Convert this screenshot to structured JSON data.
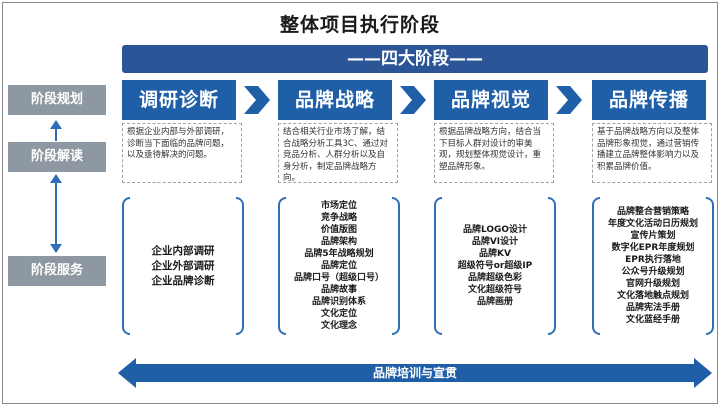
{
  "title": "整体项目执行阶段",
  "banner": "——四大阶段——",
  "side_labels": {
    "planning": "阶段规划",
    "interpretation": "阶段解读",
    "services": "阶段服务"
  },
  "stages": [
    {
      "name": "调研诊断",
      "description": "根据企业内部与外部调研，诊断当下面临的品牌问题，以及亟待解决的问题。",
      "services": [
        "企业内部调研",
        "企业外部调研",
        "企业品牌诊断"
      ]
    },
    {
      "name": "品牌战略",
      "description": "结合相关行业市场了解，结合战略分析工具3C、通过对竞品分析、人群分析以及自身分析，制定品牌战略方向。",
      "services": [
        "市场定位",
        "竞争战略",
        "价值版图",
        "品牌架构",
        "品牌5年战略规划",
        "品牌定位",
        "品牌口号（超级口号）",
        "品牌故事",
        "品牌识别体系",
        "文化定位",
        "文化理念"
      ]
    },
    {
      "name": "品牌视觉",
      "description": "根据品牌战略方向，结合当下目标人群对设计的审美观，规划整体视觉设计，重塑品牌形象。",
      "services": [
        "品牌LOGO设计",
        "品牌VI设计",
        "品牌KV",
        "超级符号or超级IP",
        "品牌超级色彩",
        "文化超级符号",
        "品牌画册"
      ]
    },
    {
      "name": "品牌传播",
      "description": "基于品牌战略方向以及整体品牌形象视觉，通过营销传播建立品牌整体影响力以及积累品牌价值。",
      "services": [
        "品牌整合营销策略",
        "年度文化活动日历规划",
        "宣传片策划",
        "数字化EPR年度规划",
        "EPR执行落地",
        "公众号升级规划",
        "官网升级规划",
        "文化落地触点规划",
        "品牌宪法手册",
        "文化蓝经手册"
      ]
    }
  ],
  "bottom_bar": "品牌培训与宣贯",
  "colors": {
    "stage_blue": "#1f5fa8",
    "banner_blue": "#2b5597",
    "side_gray": "#8e98a2",
    "accent_blue": "#2f6fb8"
  }
}
